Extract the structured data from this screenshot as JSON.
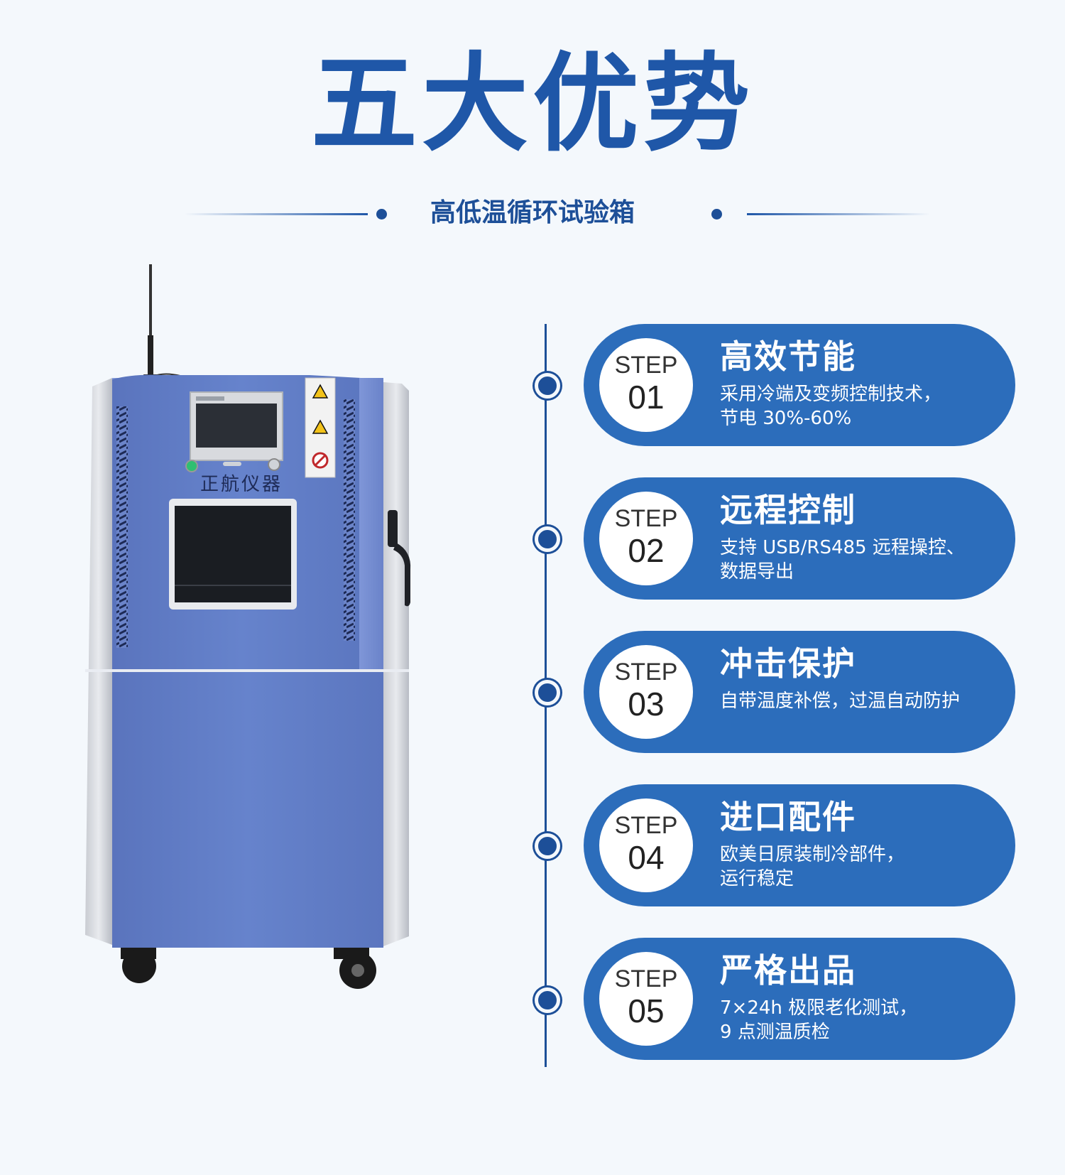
{
  "title": "五大优势",
  "subtitle": "高低温循环试验箱",
  "brand_label": "正航仪器",
  "colors": {
    "primary": "#1f57a8",
    "card": "#2c6dbb",
    "background": "#f4f8fc",
    "cabinet": "#5f7bc4"
  },
  "steps": [
    {
      "label": "STEP",
      "num": "01",
      "title": "高效节能",
      "desc": [
        "采用冷端及变频控制技术，",
        "节电 30%-60%"
      ]
    },
    {
      "label": "STEP",
      "num": "02",
      "title": "远程控制",
      "desc": [
        "支持 USB/RS485 远程操控、",
        "数据导出"
      ]
    },
    {
      "label": "STEP",
      "num": "03",
      "title": "冲击保护",
      "desc": [
        "自带温度补偿，过温自动防护",
        ""
      ]
    },
    {
      "label": "STEP",
      "num": "04",
      "title": "进口配件",
      "desc": [
        "欧美日原装制冷部件，",
        "运行稳定"
      ]
    },
    {
      "label": "STEP",
      "num": "05",
      "title": "严格出品",
      "desc": [
        "7×24h 极限老化测试，",
        "9 点测温质检"
      ]
    }
  ]
}
